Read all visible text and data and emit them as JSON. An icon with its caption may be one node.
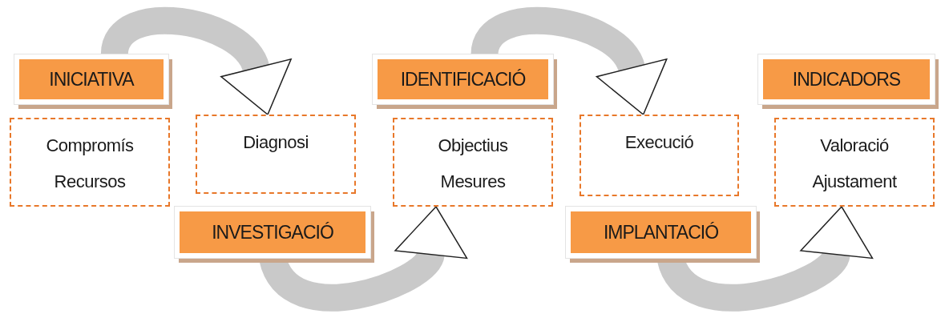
{
  "diagram": {
    "nodes": [
      {
        "text": [
          "INICIATIVA"
        ]
      },
      {
        "text": [
          "Compromís Recursos"
        ]
      },
      {
        "text": [
          "Diagnosi"
        ]
      },
      {
        "text": [
          "INVESTIGACIÓ"
        ]
      },
      {
        "text": [
          "IDENTIFICACIÓ"
        ]
      },
      {
        "text": [
          "Objectius Mesures"
        ]
      },
      {
        "text": [
          "Execució"
        ]
      },
      {
        "text": [
          "IMPLANTACIÓ"
        ]
      },
      {
        "text": [
          "INDICADORS"
        ]
      },
      {
        "text": [
          "Valoració Ajustament"
        ]
      }
    ],
    "edges": [
      {
        "from": 0,
        "to": 2,
        "arrow": "to"
      },
      {
        "from": 3,
        "to": 5,
        "arrow": "to"
      },
      {
        "from": 4,
        "to": 6,
        "arrow": "to"
      },
      {
        "from": 7,
        "to": 9,
        "arrow": "to"
      }
    ]
  }
}
